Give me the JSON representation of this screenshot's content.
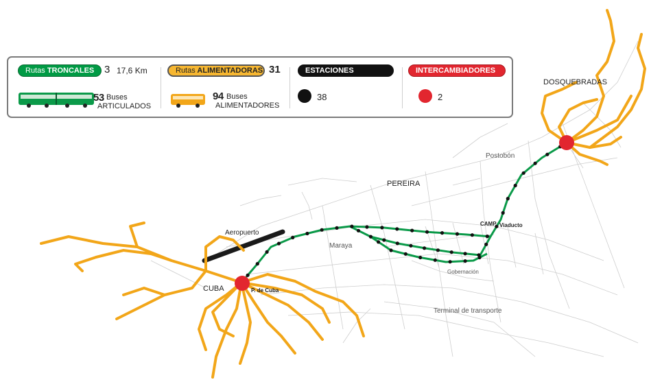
{
  "legend": {
    "troncales": {
      "label_a": "Rutas",
      "label_b": "TRONCALES",
      "count": "3",
      "length": "17,6 Km",
      "buses_count": "53",
      "buses_line1": "Buses",
      "buses_line2": "ARTICULADOS"
    },
    "alimentadoras": {
      "label_a": "Rutas",
      "label_b": "ALIMENTADORAS",
      "count": "31",
      "buses_count": "94",
      "buses_line1": "Buses",
      "buses_line2": "ALIMENTADORES"
    },
    "estaciones": {
      "label": "ESTACIONES",
      "count": "38"
    },
    "intercambiadores": {
      "label": "INTERCAMBIADORES",
      "count": "2"
    }
  },
  "map_labels": {
    "dosquebradas": "DOSQUEBRADAS",
    "postobon": "Postobón",
    "pereira": "PEREIRA",
    "aeropuerto": "Aeropuerto",
    "cuba": "CUBA",
    "p_de_cuba": "P. de Cuba",
    "maraya": "Maraya",
    "camp": "CAMP",
    "viaducto": "Viaducto",
    "gobernacion": "Gobernación",
    "terminal": "Terminal de transporte"
  },
  "colors": {
    "troncales": "#009a44",
    "alimentadoras": "#f7b731",
    "estaciones": "#111111",
    "intercambiadores": "#e2262f",
    "streets": "#c9c9c9"
  },
  "icons": {
    "articulated_bus": "articulated-bus-icon",
    "feeder_bus": "feeder-bus-icon"
  }
}
